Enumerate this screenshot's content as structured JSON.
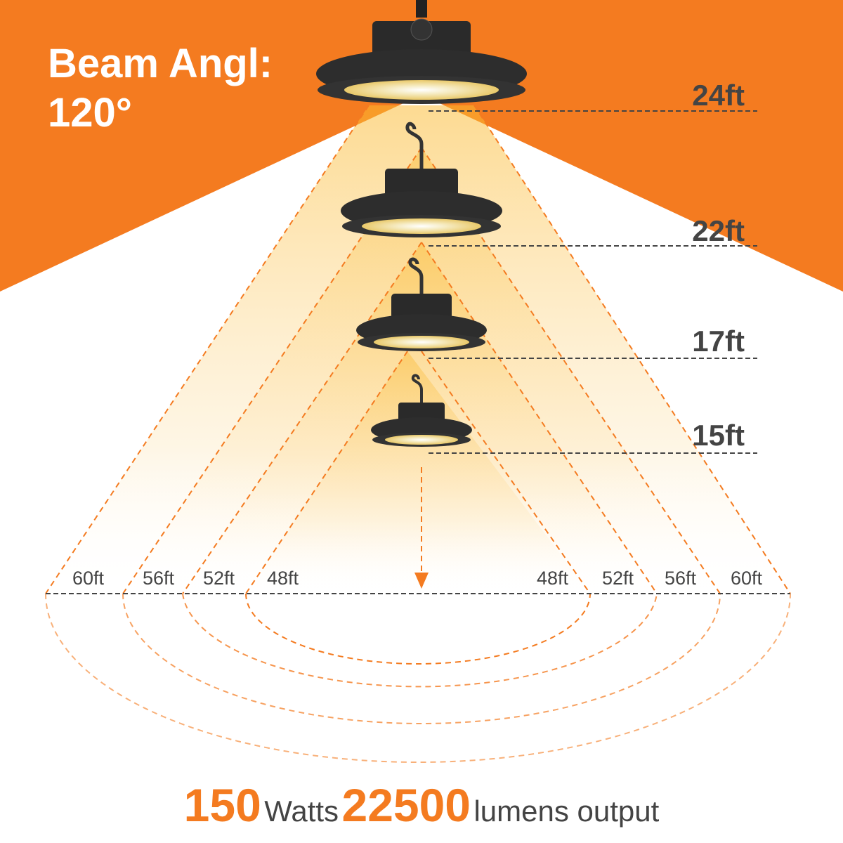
{
  "title": {
    "line1": "Beam Angl:",
    "line2": "120°"
  },
  "heights": [
    "24ft",
    "22ft",
    "17ft",
    "15ft"
  ],
  "widths_left": [
    "60ft",
    "56ft",
    "52ft",
    "48ft"
  ],
  "widths_right": [
    "48ft",
    "52ft",
    "56ft",
    "60ft"
  ],
  "footer": {
    "watts": "150",
    "watts_label": "Watts",
    "lumens": "22500",
    "lumens_label": "lumens output"
  },
  "colors": {
    "accent": "#f47b20",
    "beam": "#fbb92e",
    "text": "#444444",
    "lamp": "#2a2a2a"
  }
}
